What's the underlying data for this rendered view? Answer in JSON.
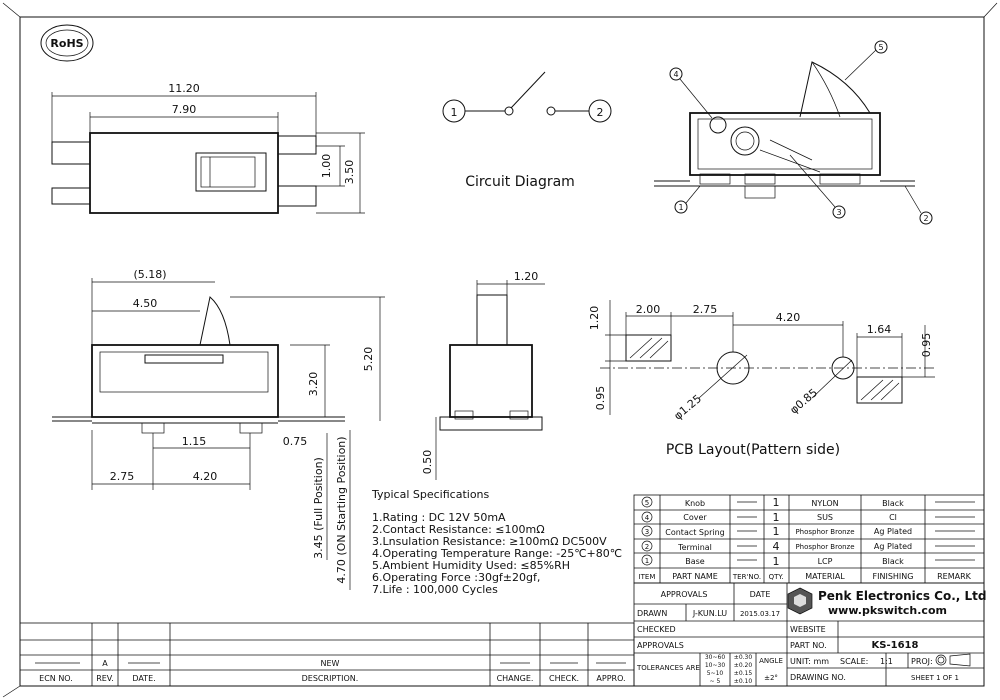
{
  "rohs": "RoHS",
  "top_view": {
    "dim_total": "11.20",
    "dim_body": "7.90",
    "dim_knob": "1.00",
    "dim_height": "3.50"
  },
  "circuit": {
    "term1": "1",
    "term2": "2",
    "label": "Circuit Diagram"
  },
  "section": {
    "callouts": [
      "1",
      "2",
      "3",
      "4",
      "5"
    ]
  },
  "side_view": {
    "dim_518": "(5.18)",
    "dim_450": "4.50",
    "dim_320": "3.20",
    "dim_520": "5.20",
    "dim_115": "1.15",
    "dim_075": "0.75",
    "dim_275": "2.75",
    "dim_420": "4.20",
    "dim_345": "3.45 (Full Position)",
    "dim_470": "4.70 (ON Starting Position)"
  },
  "end_view": {
    "dim_120": "1.20",
    "dim_050": "0.50"
  },
  "pcb": {
    "dim_120": "1.20",
    "dim_200": "2.00",
    "dim_275": "2.75",
    "dim_420": "4.20",
    "dim_164": "1.64",
    "dim_095a": "0.95",
    "dim_095b": "0.95",
    "dim_125": "φ1.25",
    "dim_085": "φ0.85",
    "label": "PCB Layout(Pattern side)"
  },
  "specs": {
    "title": "Typical Specifications",
    "lines": [
      "1.Rating : DC 12V 50mA",
      "2.Contact Resistance: ≤100mΩ",
      "3.Lnsulation Resistance: ≥100mΩ DC500V",
      "4.Operating Temperature Range: -25℃+80℃",
      "5.Ambient Humidity Used: ≤85%RH",
      "6.Operating Force :30gf±20gf,",
      "7.Life : 100,000 Cycles"
    ]
  },
  "bom": {
    "rows": [
      {
        "item": "5",
        "part": "Knob",
        "qty": "1",
        "material": "NYLON",
        "finish": "Black"
      },
      {
        "item": "4",
        "part": "Cover",
        "qty": "1",
        "material": "SUS",
        "finish": "Cl"
      },
      {
        "item": "3",
        "part": "Contact Spring",
        "qty": "1",
        "material": "Phosphor Bronze",
        "finish": "Ag Plated"
      },
      {
        "item": "2",
        "part": "Terminal",
        "qty": "4",
        "material": "Phosphor Bronze",
        "finish": "Ag Plated"
      },
      {
        "item": "1",
        "part": "Base",
        "qty": "1",
        "material": "LCP",
        "finish": "Black"
      }
    ],
    "headers": {
      "item": "ITEM",
      "part": "PART NAME",
      "ter": "TER'NO.",
      "qty": "QTY.",
      "material": "MATERIAL",
      "finish": "FINISHING",
      "remark": "REMARK"
    }
  },
  "title_block": {
    "approvals": "APPROVALS",
    "date": "DATE",
    "drawn": "DRAWN",
    "drawn_by": "J-KUN.LU",
    "drawn_date": "2015.03.17",
    "checked": "CHECKED",
    "approvals2": "APPROVALS",
    "company": "Penk Electronics Co., Ltd",
    "website_url": "www.pkswitch.com",
    "website": "WEBSITE",
    "part_no_label": "PART NO.",
    "part_no": "KS-1618",
    "tolerances": "TOLERANCES ARE",
    "tol_rows": [
      "30~60",
      "10~30",
      "5~10",
      "~ 5"
    ],
    "tol_vals": [
      "±0.30",
      "±0.20",
      "±0.15",
      "±0.10"
    ],
    "angle": "ANGLE",
    "angle_val": "±2°",
    "unit": "UNIT: mm",
    "scale": "SCALE:",
    "scale_val": "1:1",
    "proj": "PROJ:",
    "drawing_no": "DRAWING NO.",
    "sheet": "SHEET 1 OF 1"
  },
  "revision": {
    "rev": "A",
    "new": "NEW",
    "ecn": "ECN NO.",
    "rev_h": "REV.",
    "date_h": "DATE.",
    "desc_h": "DESCRIPTION.",
    "change_h": "CHANGE.",
    "check_h": "CHECK.",
    "appro_h": "APPRO."
  }
}
